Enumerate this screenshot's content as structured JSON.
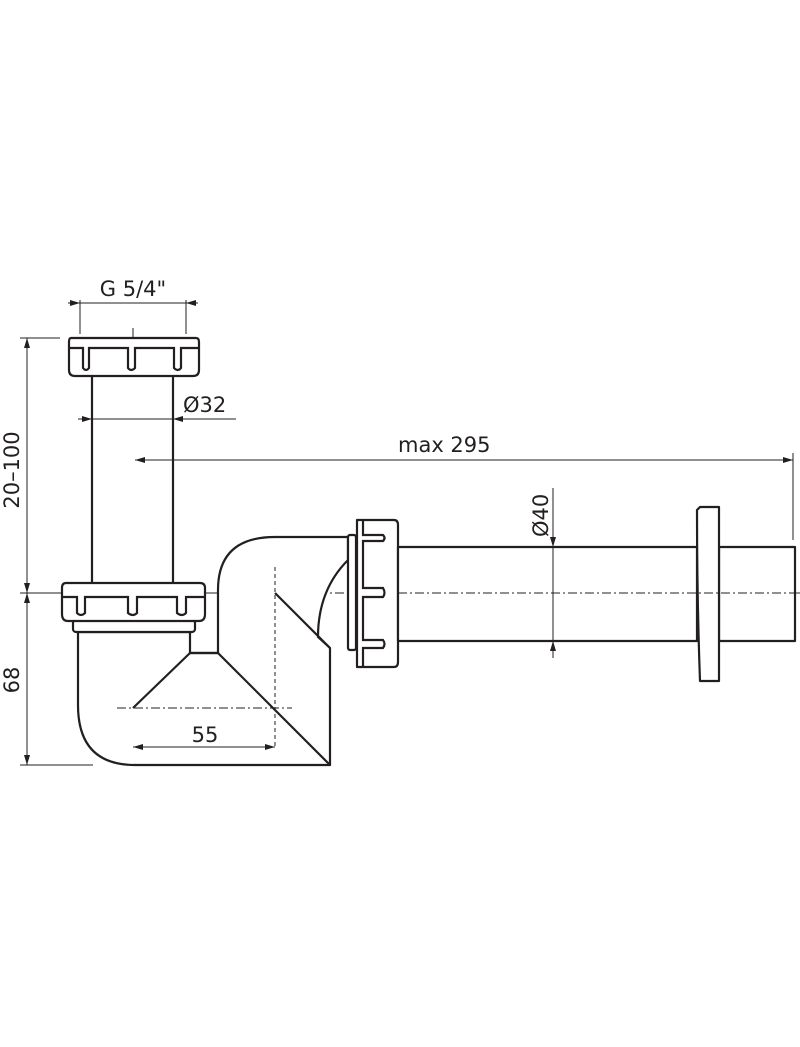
{
  "drawing": {
    "dimensions": {
      "thread": "G 5/4\"",
      "inlet_diameter": "Ø32",
      "max_length": "max 295",
      "outlet_diameter": "Ø40",
      "height_adjust": "20–100",
      "depth": "68",
      "offset": "55"
    },
    "line_color": "#231f20"
  }
}
